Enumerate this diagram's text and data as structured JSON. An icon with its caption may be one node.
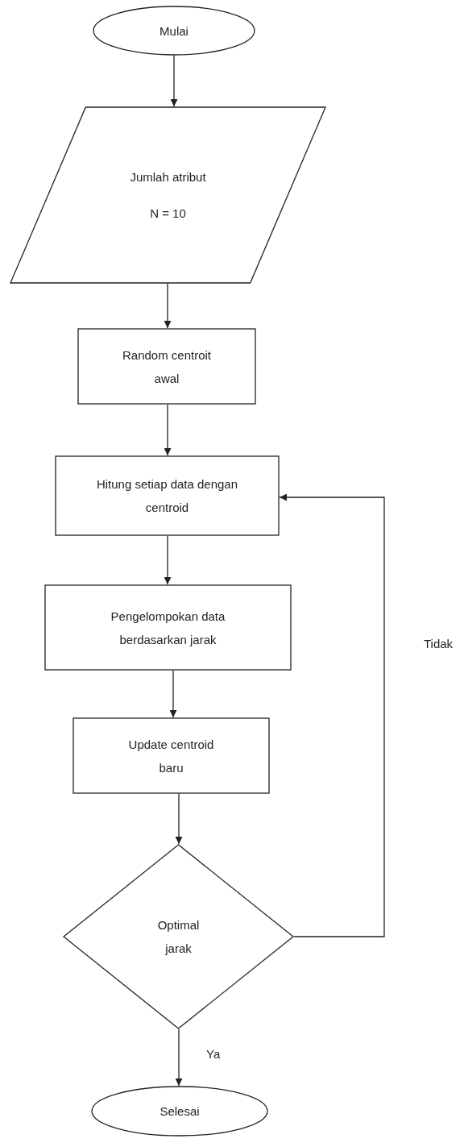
{
  "diagram": {
    "nodes": [
      {
        "text": [
          "Mulai"
        ]
      },
      {
        "text": [
          "Jumlah atribut",
          "N = 10"
        ]
      },
      {
        "text": [
          "Random centroit awal"
        ]
      },
      {
        "text": [
          "Hitung setiap data dengan centroid"
        ]
      },
      {
        "text": [
          "Pengelompokan data berdasarkan jarak"
        ]
      },
      {
        "text": [
          "Update centroid baru"
        ]
      },
      {
        "text": [
          "Optimal jarak"
        ]
      },
      {
        "text": [
          "Selesai"
        ]
      }
    ],
    "edges": [
      {
        "from": 0,
        "to": 1,
        "arrow": "to"
      },
      {
        "from": 1,
        "to": 2,
        "arrow": "to"
      },
      {
        "from": 2,
        "to": 3,
        "arrow": "to"
      },
      {
        "from": 3,
        "to": 4,
        "arrow": "to"
      },
      {
        "from": 4,
        "to": 5,
        "arrow": "to"
      },
      {
        "from": 5,
        "to": 6,
        "arrow": "to"
      },
      {
        "from": 6,
        "to": 7,
        "arrow": "to",
        "label": "Ya"
      },
      {
        "from": 6,
        "to": 3,
        "arrow": "to",
        "label": "Tidak"
      }
    ]
  }
}
